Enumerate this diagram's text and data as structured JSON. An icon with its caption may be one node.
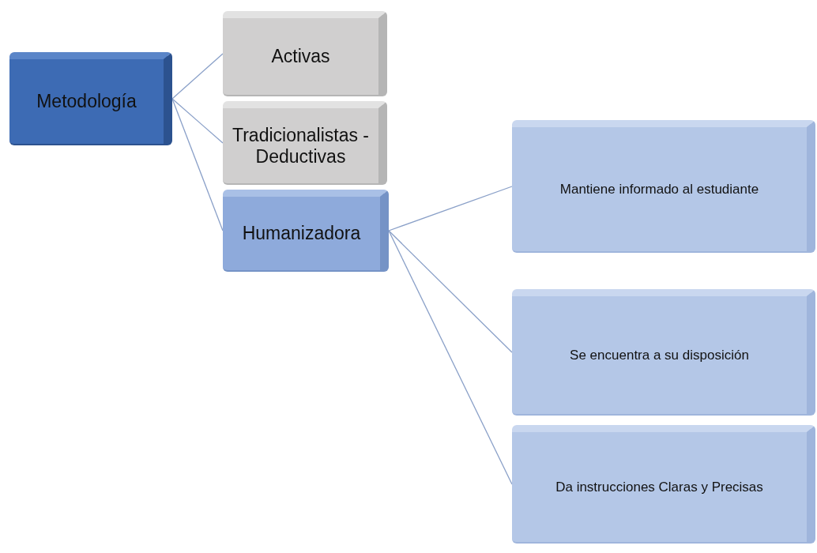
{
  "diagram": {
    "nodes": [
      {
        "text": [
          "Metodología"
        ]
      },
      {
        "text": [
          "Activas"
        ]
      },
      {
        "text": [
          "Tradicionalistas - Deductivas"
        ]
      },
      {
        "text": [
          "Humanizadora"
        ]
      },
      {
        "text": [
          "Mantiene informado al estudiante"
        ]
      },
      {
        "text": [
          "Se encuentra a su disposición"
        ]
      },
      {
        "text": [
          "Da instrucciones Claras y Precisas"
        ]
      }
    ],
    "edges": [
      {
        "from": 0,
        "to": 1,
        "arrow": "none"
      },
      {
        "from": 0,
        "to": 2,
        "arrow": "none"
      },
      {
        "from": 0,
        "to": 3,
        "arrow": "none"
      },
      {
        "from": 3,
        "to": 4,
        "arrow": "none"
      },
      {
        "from": 3,
        "to": 5,
        "arrow": "none"
      },
      {
        "from": 3,
        "to": 6,
        "arrow": "none"
      }
    ]
  }
}
